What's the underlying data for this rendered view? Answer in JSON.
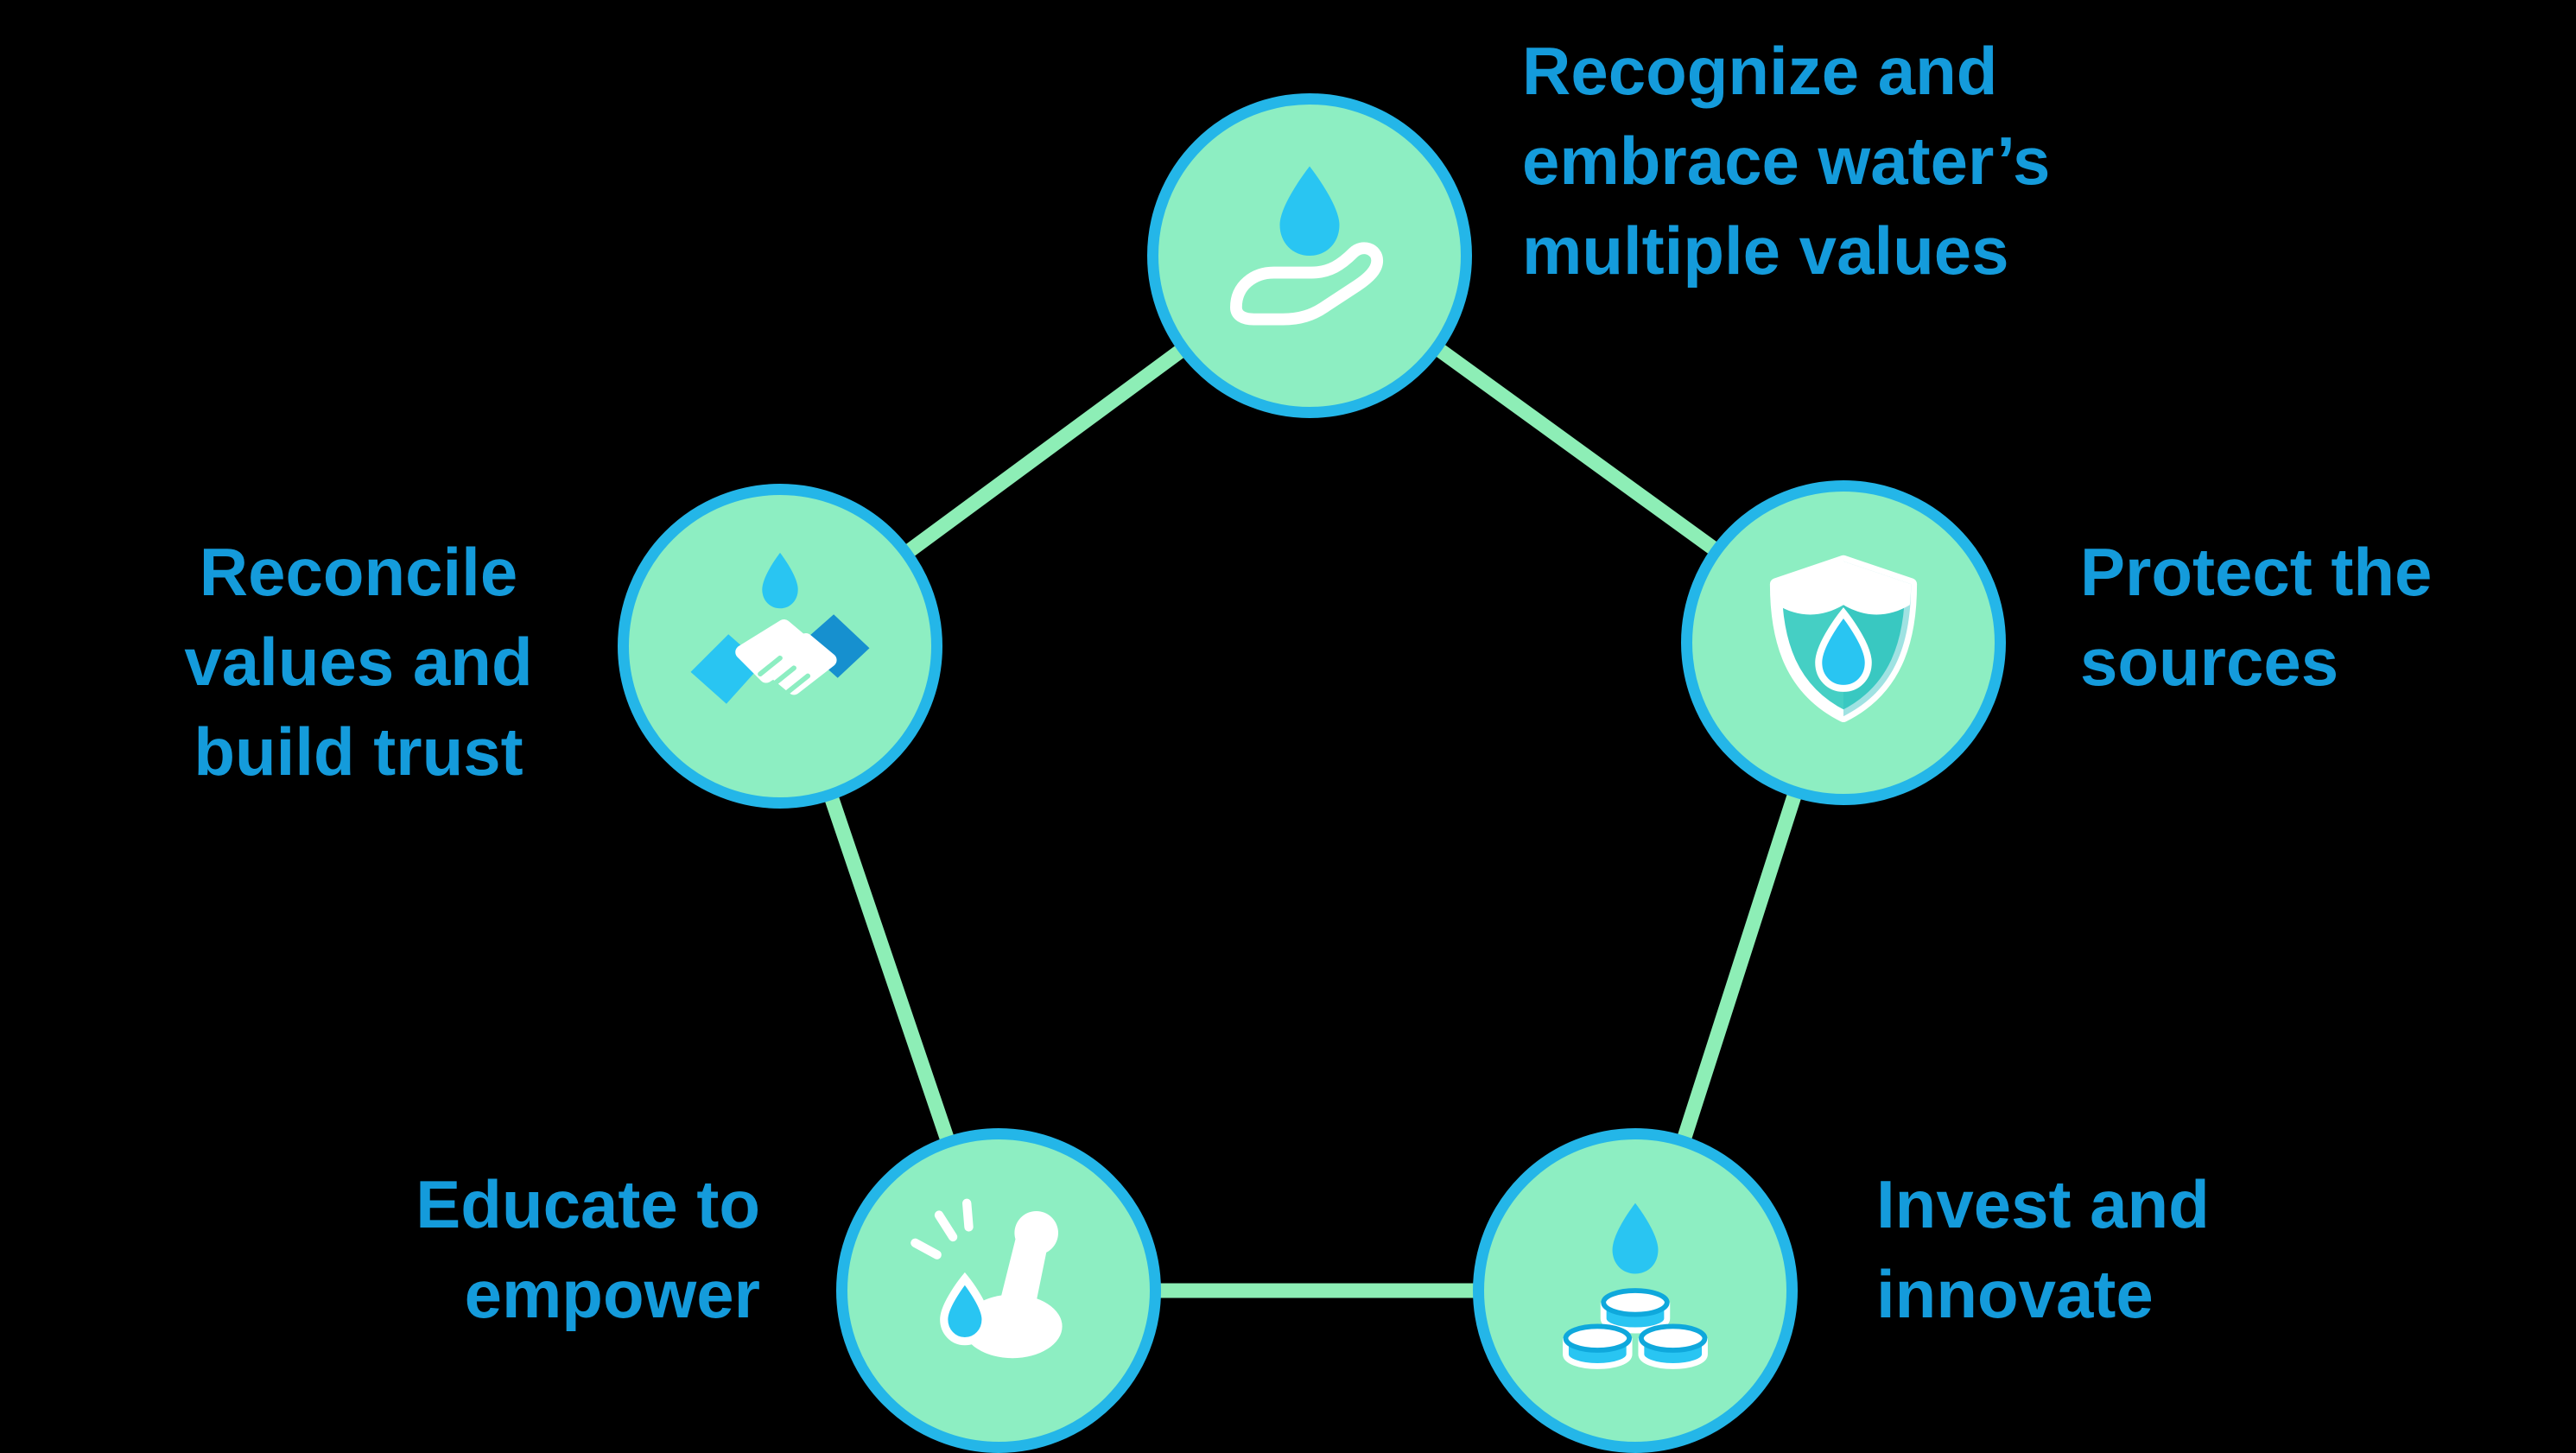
{
  "diagram": {
    "background_color": "#000000",
    "node_fill_color": "#8DEEC2",
    "node_border_color": "#24B6E8",
    "connector_color": "#8DEEB6",
    "label_color": "#149BDB",
    "icon_accent_color": "#29C5F2",
    "icon_white_color": "#FFFFFF",
    "shield_teal_color": "#45CFC4",
    "sleeve_dark_blue_color": "#1690CF",
    "nodes": [
      {
        "id": "recognize-values",
        "position": "top",
        "icon": "hand-holding-water-drop",
        "label": "Recognize and\nembrace water’s\nmultiple values"
      },
      {
        "id": "protect-sources",
        "position": "right",
        "icon": "shield-water-drop",
        "label": "Protect the\nsources"
      },
      {
        "id": "invest-innovate",
        "position": "bottom-right",
        "icon": "coins-water-drop",
        "label": "Invest and\ninnovate"
      },
      {
        "id": "educate-empower",
        "position": "bottom-left",
        "icon": "flexed-arm-water-drop",
        "label": "Educate to\nempower"
      },
      {
        "id": "reconcile-trust",
        "position": "left",
        "icon": "handshake-water-drop",
        "label": "Reconcile\nvalues and\nbuild trust"
      }
    ]
  }
}
